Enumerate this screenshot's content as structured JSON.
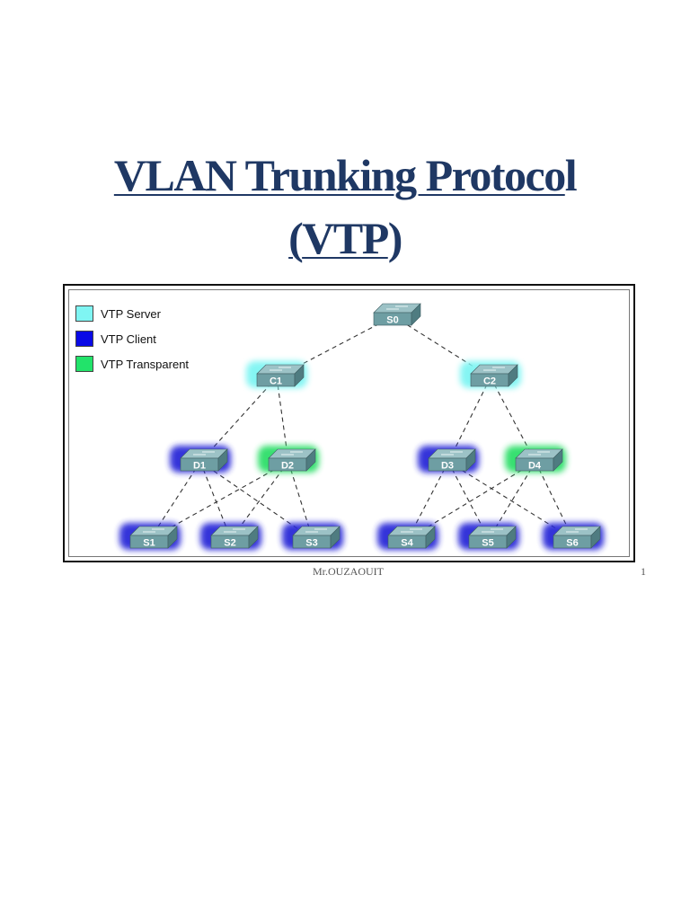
{
  "title": {
    "line1_underlined": "VLAN Trunking Protoco",
    "line1_rest": "l",
    "line2_open": "(",
    "line2_underlined": "VTP",
    "line2_close": ")"
  },
  "legend": [
    {
      "label": "VTP Server",
      "color": "#7ff5f3"
    },
    {
      "label": "VTP Client",
      "color": "#0a0ae6"
    },
    {
      "label": "VTP Transparent",
      "color": "#22e36a"
    }
  ],
  "colors": {
    "title": "#1f3864",
    "switch_body": "#6e9ea3",
    "server_glow": "#7ff5f3",
    "client_glow": "#2a2ad8",
    "transparent_glow": "#2fdf6a",
    "link": "#333333"
  },
  "switches": [
    {
      "id": "S0",
      "role": "none"
    },
    {
      "id": "C1",
      "role": "server"
    },
    {
      "id": "C2",
      "role": "server"
    },
    {
      "id": "D1",
      "role": "client"
    },
    {
      "id": "D2",
      "role": "transparent"
    },
    {
      "id": "D3",
      "role": "client"
    },
    {
      "id": "D4",
      "role": "transparent"
    },
    {
      "id": "S1",
      "role": "client"
    },
    {
      "id": "S2",
      "role": "client"
    },
    {
      "id": "S3",
      "role": "client"
    },
    {
      "id": "S4",
      "role": "client"
    },
    {
      "id": "S5",
      "role": "client"
    },
    {
      "id": "S6",
      "role": "client"
    }
  ],
  "links": [
    [
      "S0",
      "C1"
    ],
    [
      "S0",
      "C2"
    ],
    [
      "C1",
      "D1"
    ],
    [
      "C1",
      "D2"
    ],
    [
      "C2",
      "D3"
    ],
    [
      "C2",
      "D4"
    ],
    [
      "D1",
      "S1"
    ],
    [
      "D1",
      "S2"
    ],
    [
      "D1",
      "S3"
    ],
    [
      "D2",
      "S1"
    ],
    [
      "D2",
      "S2"
    ],
    [
      "D2",
      "S3"
    ],
    [
      "D3",
      "S4"
    ],
    [
      "D3",
      "S5"
    ],
    [
      "D3",
      "S6"
    ],
    [
      "D4",
      "S4"
    ],
    [
      "D4",
      "S5"
    ],
    [
      "D4",
      "S6"
    ]
  ],
  "footer": {
    "author": "Mr.OUZAOUIT",
    "page": "1"
  }
}
